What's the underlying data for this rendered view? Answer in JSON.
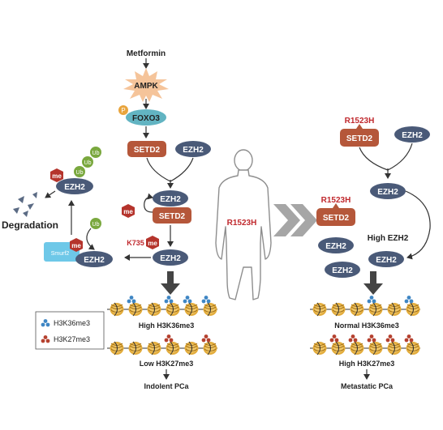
{
  "left": {
    "metformin": "Metformin",
    "ampk": "AMPK",
    "p": "P",
    "foxo3": "FOXO3",
    "setd2": "SETD2",
    "ezh2": "EZH2",
    "me": "me",
    "ub": "Ub",
    "degradation": "Degradation",
    "smurf2": "Smurf2",
    "k735": "K735",
    "high_h3k36": "High H3K36me3",
    "low_h3k27": "Low H3K27me3",
    "outcome": "Indolent PCa"
  },
  "legend": {
    "h3k36": "H3K36me3",
    "h3k27": "H3K27me3"
  },
  "center": {
    "mutation": "R1523H"
  },
  "right": {
    "mutation": "R1523H",
    "setd2": "SETD2",
    "ezh2": "EZH2",
    "high_ezh2": "High EZH2",
    "normal_h3k36": "Normal H3K36me3",
    "high_h3k27": "High H3K27me3",
    "outcome": "Metastatic PCa"
  },
  "colors": {
    "setd2": "#b5573a",
    "ezh2": "#4a5a78",
    "foxo3": "#62b4c2",
    "ampk": "#f5c49a",
    "ub": "#7aa83e",
    "me": "#b5342c",
    "smurf2": "#6ec8e8",
    "red_text": "#c0282d",
    "h3k36": "#3f86c4",
    "h3k27": "#b5412f",
    "nucleosome": "#e3ad3e"
  }
}
